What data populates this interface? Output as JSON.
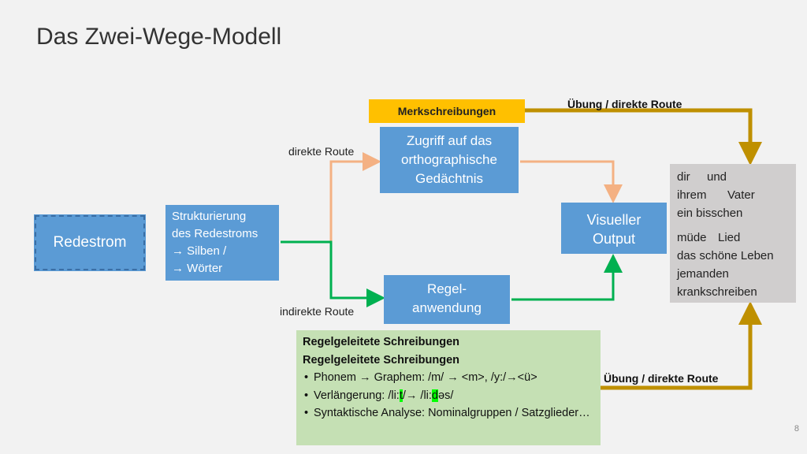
{
  "title": "Das Zwei-Wege-Modell",
  "boxes": {
    "redestrom": "Redestrom",
    "struktur": [
      "Strukturierung",
      "des Redestroms",
      "→ Silben /",
      "→ Wörter"
    ],
    "zugriff": [
      "Zugriff auf das",
      "orthographische",
      "Gedächtnis"
    ],
    "regel": [
      "Regel-",
      "anwendung"
    ],
    "visuell": [
      "Visueller",
      "Output"
    ],
    "merk": "Merkschreibungen"
  },
  "labels": {
    "direkte_route": "direkte Route",
    "indirekte_route": "indirekte Route",
    "uebung_top": "Übung / direkte Route",
    "uebung_bottom": "Übung / direkte Route"
  },
  "words": {
    "group1": [
      [
        "dir",
        "und"
      ],
      [
        "ihrem",
        "Vater"
      ],
      [
        "ein bisschen"
      ]
    ],
    "group2": [
      [
        "müde",
        "Lied"
      ],
      [
        "das schöne Leben"
      ],
      [
        "jemanden"
      ],
      [
        "krankschreiben"
      ]
    ]
  },
  "bottom": {
    "heading1": "Regelgeleitete Schreibungen",
    "heading2": "Regelgeleitete Schreibungen",
    "bullet1": "Phonem → Graphem: /m/ → <m>, /y:/→<ü>",
    "bullet2_parts": [
      "Verlängerung: /li:",
      "t",
      "/→ /li:",
      "d",
      "əs/"
    ],
    "bullet3": "Syntaktische Analyse: Nominalgruppen / Satzglieder…"
  },
  "page_number": "8",
  "colors": {
    "background": "#f2f2f2",
    "blue_box": "#5b9bd5",
    "orange_arrow": "#f4b183",
    "green_arrow": "#00b050",
    "gold_arrow": "#bf9000",
    "merk_box": "#ffc000",
    "words_box": "#d0cece",
    "bottom_box": "#c5e0b4",
    "highlight": "#00ff00"
  }
}
